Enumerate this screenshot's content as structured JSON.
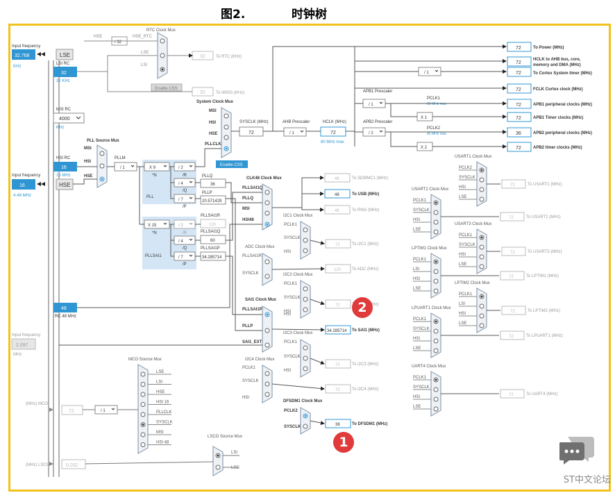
{
  "heading": {
    "figure": "图2.",
    "title": "时钟树"
  },
  "left": {
    "input_frequency": "Input frequency",
    "lse_value": "32.768",
    "lse_unit": "KHz",
    "lse": "LSE",
    "lsi_rc": "LSI RC",
    "lsi_value": "32",
    "lsi_unit": "32 KHz",
    "msi_rc": "MSI RC",
    "msi_value": "4000",
    "msi_unit": "KHz",
    "hsi_rc": "HSI RC",
    "hsi_value": "16",
    "hsi_unit": "16 MHz",
    "hse_value": "16",
    "hse": "HSE",
    "hse_range": "4-48 MHz",
    "rc48_value": "48",
    "rc48": "RC 48 MHz",
    "ext_value": "2.097",
    "ext_unit": "MHz",
    "mco_label": "(MHz) MCO",
    "mco_value": "72",
    "lsco_label": "(MHz) LSCO",
    "lsco_value": "0.032"
  },
  "rtc": {
    "title": "RTC Clock Mux",
    "hse": "HSE",
    "div": "/ 32",
    "hse_rtc": "HSE_RTC",
    "lse": "LSE",
    "lsi": "LSI",
    "value": "32",
    "dest": "To RTC (KHz)",
    "css": "Enable CSS",
    "iwdg_value": "32",
    "iwdg_dest": "To IWDG (KHz)"
  },
  "sysclk": {
    "title": "System Clock Mux",
    "msi": "MSI",
    "hsi": "HSI",
    "hse": "HSE",
    "pllclk": "PLLCLK",
    "css": "Enable CSS",
    "label": "SYSCLK (MHz)",
    "value": "72",
    "ahb_label": "AHB Prescaler",
    "ahb_div": "/ 1",
    "hclk_label": "HCLK (MHz)",
    "hclk_value": "72",
    "hclk_max": "80 MHz max",
    "apb1_label": "APB1 Prescaler",
    "apb1_div": "/ 1",
    "apb2_label": "APB2 Prescaler",
    "apb2_div": "/ 2",
    "cortex_div": "/ 1",
    "pclk1": "PCLK1",
    "pclk1_max": "80 MHz max",
    "x1": "X 1",
    "pclk2": "PCLK2",
    "pclk2_max": "80 MHz max",
    "x2": "X 2"
  },
  "outputs": [
    {
      "value": "72",
      "label": "To Power (MHz)"
    },
    {
      "value": "72",
      "label": "HCLK to AHB bus, core,",
      "label2": "memory and DMA (MHz)"
    },
    {
      "value": "72",
      "label": "To Cortex System timer (MHz)"
    },
    {
      "value": "72",
      "label": "FCLK Cortex clock (MHz)"
    },
    {
      "value": "72",
      "label": "APB1 peripheral clocks (MHz)"
    },
    {
      "value": "72",
      "label": "APB1 Timer clocks (MHz)"
    },
    {
      "value": "36",
      "label": "APB2 peripheral clocks (MHz)"
    },
    {
      "value": "72",
      "label": "APB2 timer clocks (MHz)"
    }
  ],
  "pll": {
    "source_title": "PLL Source Mux",
    "msi": "MSI",
    "hsi": "HSI",
    "hse": "HSE",
    "pllm_label": "PLLM",
    "pllm": "/ 1",
    "n": "X 9",
    "n_label": "*N",
    "pll_label": "PLL",
    "r": "/ 2",
    "r_label": "/R",
    "q": "/ 4",
    "q_label": "/Q",
    "pllq_label": "PLLQ",
    "pllq_value": "36",
    "p": "/ 7",
    "p_label": "/P",
    "pllp_label": "PLLP",
    "pllp_value": "20.571429"
  },
  "pllsai1": {
    "n": "X 15",
    "n_label": "*N",
    "label": "PLLSAI1",
    "r": "/ 2",
    "r_label": "/R",
    "r_out_label": "PLLSAI1R",
    "r_value": "120",
    "q": "/ 4",
    "q_label": "/Q",
    "q_out_label": "PLLSAI1Q",
    "q_value": "60",
    "p": "/ 7",
    "p_label": "/P",
    "p_out_label": "PLLSAI1P",
    "p_value": "34.285714"
  },
  "clk48": {
    "title": "CLK48 Clock Mux",
    "in1": "PLLSAI1Q",
    "in2": "PLLQ",
    "in3": "MSI",
    "in4": "HSI48",
    "sdmmc_value": "48",
    "sdmmc": "To SDMMC1 (MHz)",
    "usb_value": "48",
    "usb": "To USB (MHz)",
    "rng_value": "48",
    "rng": "To RNG (MHz)"
  },
  "adc": {
    "title": "ADC Clock Mux",
    "in1": "PLLSAI1R",
    "in2": "SYSCLK",
    "value": "120",
    "dest": "To ADC (MHz)"
  },
  "sai1": {
    "title": "SAI1 Clock Mux",
    "in1": "PLLSAI1P",
    "in2": "PLLP",
    "in3": "HSI",
    "in4": "SAI1_EXT",
    "value": "34.285714",
    "dest": "To SAI1 (MHz)"
  },
  "i2c": [
    {
      "title": "I2C1 Clock Mux",
      "value": "72",
      "dest": "To I2C1 (MHz)"
    },
    {
      "title": "I2C2 Clock Mux",
      "value": "72",
      "dest": "To I2C2 (MHz)"
    },
    {
      "title": "I2C3 Clock Mux",
      "value": "72",
      "dest": "To I2C3 (MHz)"
    },
    {
      "title": "I2C4 Clock Mux",
      "value": "72",
      "dest": "To I2C4 (MHz)"
    }
  ],
  "i2c_inputs": {
    "pclk1": "PCLK1",
    "sysclk": "SYSCLK",
    "hsi": "HSI"
  },
  "dfsdm": {
    "title": "DFSDM1 Clock Mux",
    "pclk2": "PCLK2",
    "sysclk": "SYSCLK",
    "value": "36",
    "dest": "To DFSDM1 (MHz)"
  },
  "mco": {
    "title": "MCO Source Mux",
    "inputs": [
      "LSE",
      "LSI",
      "HSE",
      "HSI 16",
      "PLLCLK",
      "SYSCLK",
      "MSI",
      "HSI 48"
    ],
    "div": "/ 1"
  },
  "lsco": {
    "title": "LSCO Source Mux",
    "lsi": "LSI",
    "lse": "LSE"
  },
  "right_mux": {
    "usart1": {
      "title": "USART1 Clock Mux",
      "inputs": [
        "PCLK2",
        "SYSCLK",
        "HSI",
        "LSE"
      ],
      "value": "72",
      "dest": "To USART1 (MHz)"
    },
    "usart2": {
      "title": "USART2 Clock Mux",
      "inputs": [
        "PCLK1",
        "SYSCLK",
        "HSI",
        "LSE"
      ],
      "value": "72",
      "dest": "To USART2 (MHz)"
    },
    "usart3": {
      "title": "USART3 Clock Mux",
      "inputs": [
        "PCLK1",
        "SYSCLK",
        "HSI",
        "LSE"
      ],
      "value": "72",
      "dest": "To USART3 (MHz)"
    },
    "lptim1": {
      "title": "LPTIM1 Clock Mux",
      "inputs": [
        "PCLK1",
        "LSI",
        "HSI",
        "LSE"
      ],
      "value": "72",
      "dest": "To LPTIM1 (MHz)"
    },
    "lptim2": {
      "title": "LPTIM2 Clock Mux",
      "inputs": [
        "PCLK1",
        "LSI",
        "HSI",
        "LSE"
      ],
      "value": "72",
      "dest": "To LPTIM2 (MHz)"
    },
    "lpuart1": {
      "title": "LPUART1 Clock Mux",
      "inputs": [
        "PCLK1",
        "SYSCLK",
        "HSI",
        "LSE"
      ],
      "value": "72",
      "dest": "To LPUART1 (MHz)"
    },
    "uart4": {
      "title": "UART4 Clock Mux",
      "inputs": [
        "PCLK1",
        "SYSCLK",
        "HSI",
        "LSE"
      ],
      "value": "72",
      "dest": "To UART4 (MHz)"
    }
  },
  "markers": {
    "m1": "1",
    "m2": "2"
  },
  "brand": "ST中文论坛",
  "colors": {
    "frame": "#f2c21b",
    "blue": "#2f96d3",
    "marker": "#e03a3a",
    "pll_bg": "#d4e6f5"
  }
}
